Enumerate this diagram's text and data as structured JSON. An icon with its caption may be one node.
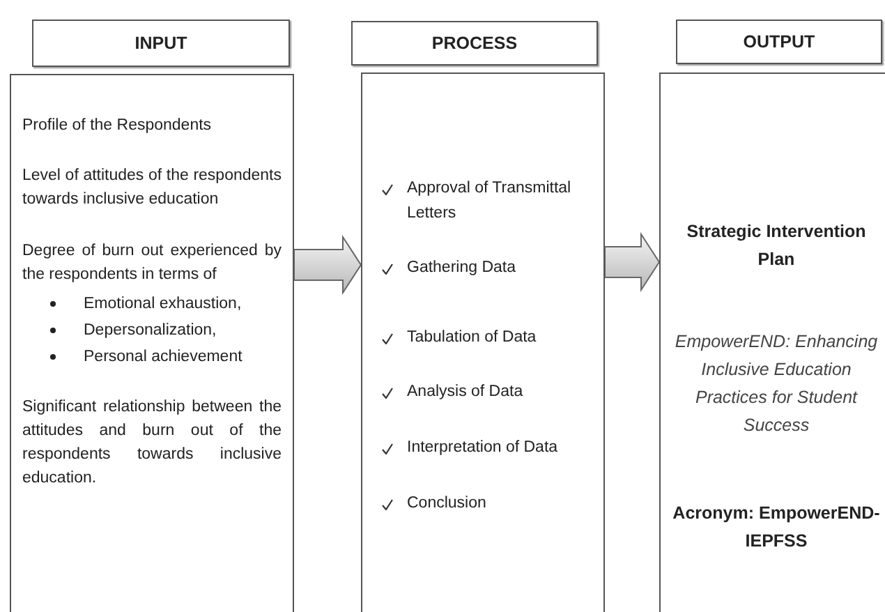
{
  "diagram": {
    "nodes": [
      {
        "text": [
          "INPUT"
        ]
      },
      {
        "text": [
          "Profile of the Respondents",
          "Level of attitudes of the respondents towards inclusive education",
          "Degree of burn out experienced by the respondents in terms of",
          "Emotional exhaustion,",
          "Depersonalization,",
          "Personal achievement",
          "Significant relationship between the attitudes and burn out of the respondents towards inclusive education."
        ]
      },
      {
        "text": [
          "PROCESS"
        ]
      },
      {
        "text": [
          "Approval of Transmittal Letters",
          "Gathering Data",
          "Tabulation of Data",
          "Analysis of Data",
          "Interpretation of Data",
          "Conclusion"
        ]
      },
      {
        "text": [
          "OUTPUT"
        ]
      },
      {
        "text": [
          "Strategic Intervention Plan",
          "EmpowerEND: Enhancing Inclusive Education Practices for Student Success",
          "Acronym: EmpowerEND-IEPFSS"
        ]
      }
    ],
    "edges": [
      {
        "from": 1,
        "to": 3,
        "arrow": "to"
      },
      {
        "from": 3,
        "to": 5,
        "arrow": "to"
      }
    ]
  }
}
